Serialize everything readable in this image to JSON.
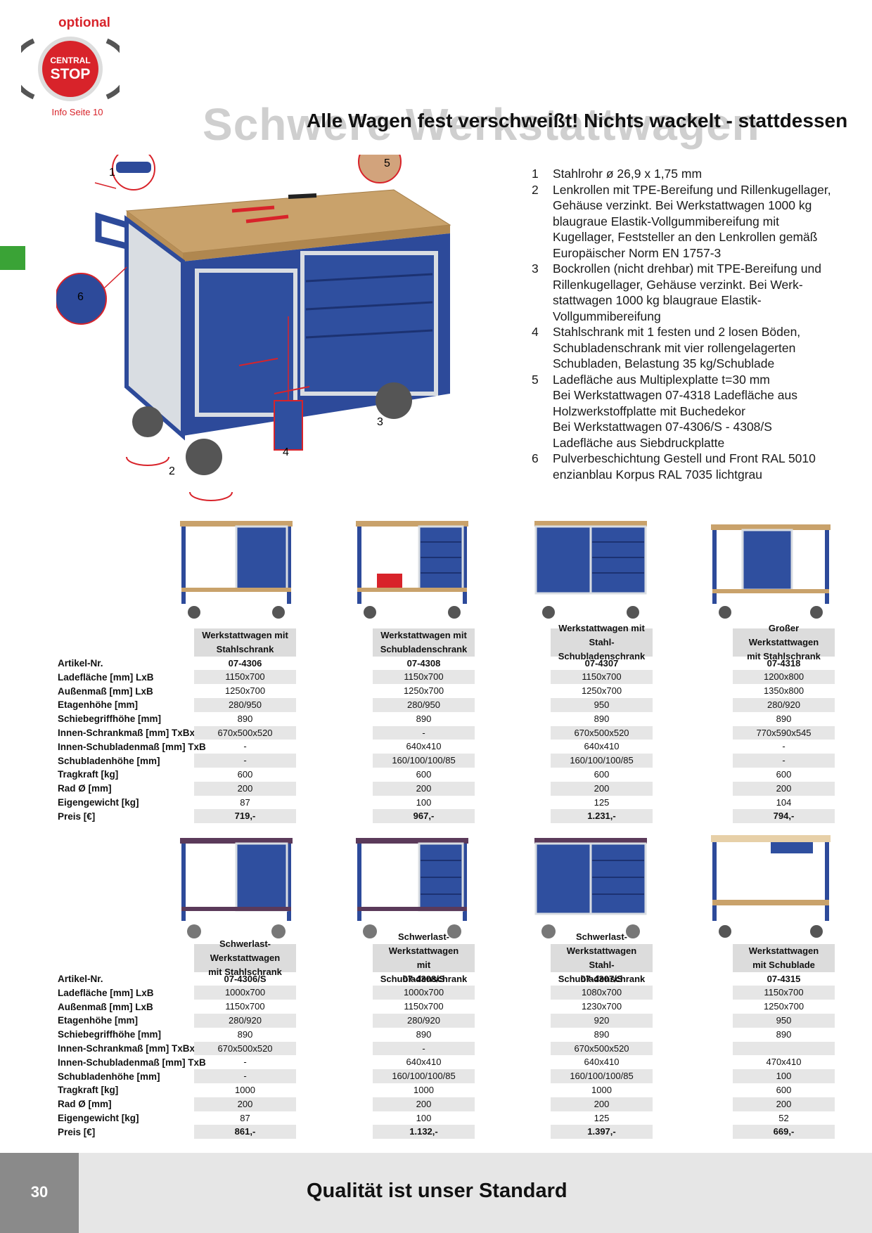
{
  "badge": {
    "optional": "optional",
    "line1": "CENTRAL",
    "line2": "STOP",
    "info": "Info Seite 10"
  },
  "title_bg": "Schwere Werkstattwagen",
  "headline": "Alle Wagen fest verschweißt! Nichts wackelt - stattdessen",
  "callouts": [
    "1",
    "2",
    "3",
    "4",
    "5",
    "6"
  ],
  "features": [
    {
      "n": "1",
      "lines": [
        "Stahlrohr ø 26,9 x 1,75 mm"
      ]
    },
    {
      "n": "2",
      "lines": [
        "Lenkrollen mit TPE-Bereifung und Rillenkugellager,",
        "Gehäuse verzinkt. Bei Werkstattwagen 1000 kg",
        "blaugraue Elastik-Vollgummibereifung mit",
        "Kugellager, Feststeller an den Lenkrollen gemäß",
        "Europäischer Norm EN 1757-3"
      ]
    },
    {
      "n": "3",
      "lines": [
        "Bockrollen (nicht drehbar) mit TPE-Bereifung und",
        "Rillenkugellager, Gehäuse verzinkt. Bei Werk-",
        "stattwagen 1000 kg blaugraue Elastik-",
        "Vollgummibereifung"
      ]
    },
    {
      "n": "4",
      "lines": [
        "Stahlschrank mit 1 festen und 2 losen Böden,",
        "Schubladenschrank mit vier rollengelagerten",
        "Schubladen, Belastung 35 kg/Schublade"
      ]
    },
    {
      "n": "5",
      "lines": [
        "Ladefläche aus Multiplexplatte t=30 mm",
        "Bei Werkstattwagen 07-4318 Ladefläche aus",
        "Holzwerkstoffplatte mit Buchedekor",
        "Bei Werkstattwagen 07-4306/S - 4308/S",
        "Ladefläche aus Siebdruckplatte"
      ]
    },
    {
      "n": "6",
      "lines": [
        "Pulverbeschichtung Gestell und Front RAL 5010",
        "enzianblau Korpus RAL 7035 lichtgrau"
      ]
    }
  ],
  "row_labels": [
    "Artikel-Nr.",
    "Ladefläche [mm] LxB",
    "Außenmaß [mm] LxB",
    "Etagenhöhe [mm]",
    "Schiebegriffhöhe [mm]",
    "Innen-Schrankmaß [mm] TxBxH",
    "Innen-Schubladenmaß [mm] TxB",
    "Schubladenhöhe [mm]",
    "Tragkraft [kg]",
    "Rad Ø [mm]",
    "Eigengewicht [kg]",
    "Preis [€]"
  ],
  "table1": [
    {
      "h1": "Werkstattwagen mit",
      "h2": "Stahlschrank",
      "values": [
        "07-4306",
        "1150x700",
        "1250x700",
        "280/950",
        "890",
        "670x500x520",
        "-",
        "-",
        "600",
        "200",
        "87",
        "719,-"
      ]
    },
    {
      "h1": "Werkstattwagen mit",
      "h2": "Schubladenschrank",
      "values": [
        "07-4308",
        "1150x700",
        "1250x700",
        "280/950",
        "890",
        "-",
        "640x410",
        "160/100/100/85",
        "600",
        "200",
        "100",
        "967,-"
      ]
    },
    {
      "h1": "Werkstattwagen mit",
      "h2": "Stahl- Schubladenschrank",
      "values": [
        "07-4307",
        "1150x700",
        "1250x700",
        "950",
        "890",
        "670x500x520",
        "640x410",
        "160/100/100/85",
        "600",
        "200",
        "125",
        "1.231,-"
      ]
    },
    {
      "h1": "Großer Werkstattwagen",
      "h2": "mit Stahlschrank",
      "values": [
        "07-4318",
        "1200x800",
        "1350x800",
        "280/920",
        "890",
        "770x590x545",
        "-",
        "-",
        "600",
        "200",
        "104",
        "794,-"
      ]
    }
  ],
  "table2": [
    {
      "h1": "Schwerlast-Werkstattwagen",
      "h2": "mit Stahlschrank",
      "values": [
        "07-4306/S",
        "1000x700",
        "1150x700",
        "280/920",
        "890",
        "670x500x520",
        "-",
        "-",
        "1000",
        "200",
        "87",
        "861,-"
      ]
    },
    {
      "h1": "Schwerlast-Werkstattwagen",
      "h2": "mit Schubladenschrank",
      "values": [
        "07-4308/S",
        "1000x700",
        "1150x700",
        "280/920",
        "890",
        "-",
        "640x410",
        "160/100/100/85",
        "1000",
        "200",
        "100",
        "1.132,-"
      ]
    },
    {
      "h1": "Schwerlast-Werkstattwagen",
      "h2": "Stahl- Schubladenschrank",
      "values": [
        "07-4307/S",
        "1080x700",
        "1230x700",
        "920",
        "890",
        "670x500x520",
        "640x410",
        "160/100/100/85",
        "1000",
        "200",
        "125",
        "1.397,-"
      ]
    },
    {
      "h1": "Werkstattwagen",
      "h2": "mit Schublade",
      "values": [
        "07-4315",
        "1150x700",
        "1250x700",
        "950",
        "890",
        "",
        "470x410",
        "100",
        "600",
        "200",
        "52",
        "669,-"
      ]
    }
  ],
  "footer": {
    "page": "30",
    "slogan": "Qualität ist unser Standard"
  },
  "colors": {
    "accent_red": "#d8232a",
    "green_tab": "#3aa336",
    "steel_blue": "#2d4a9a",
    "light_grey": "#d9dde2"
  }
}
